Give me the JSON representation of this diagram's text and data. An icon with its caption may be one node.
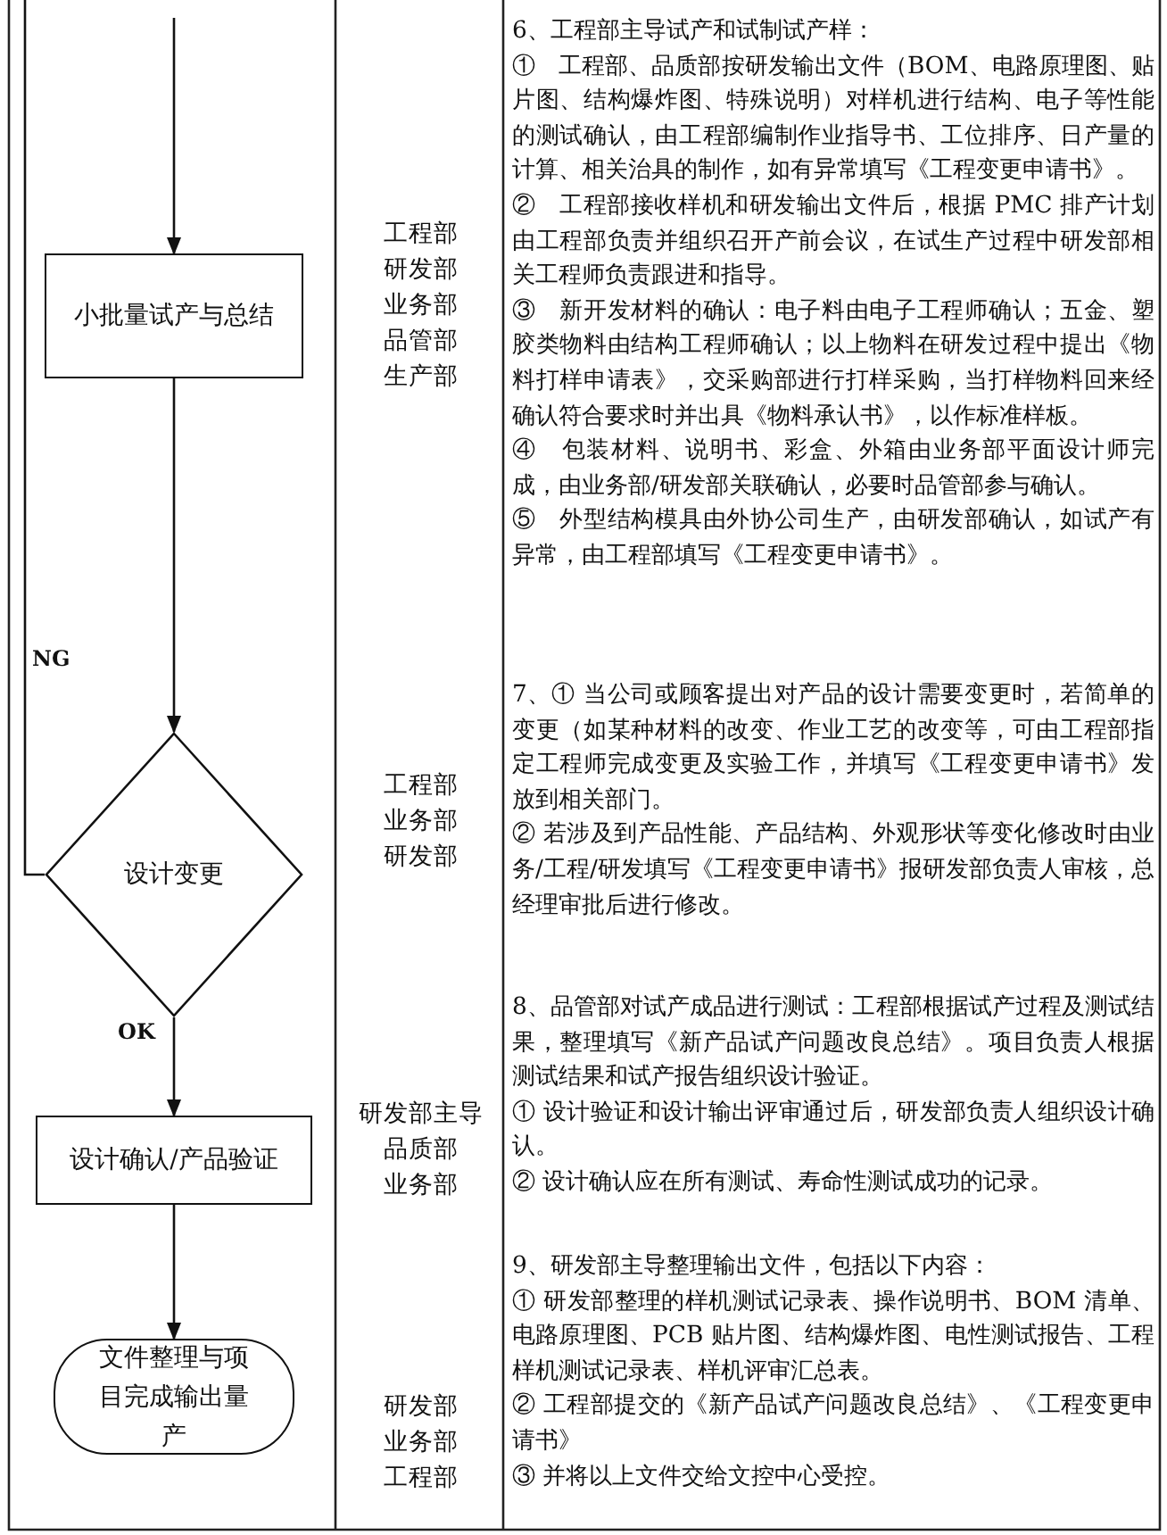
{
  "diagram": {
    "nodes": [
      {
        "text": [
          "小批量试产与总结"
        ]
      },
      {
        "text": [
          "设计变更"
        ]
      },
      {
        "text": [
          "设计确认/产品验证"
        ]
      },
      {
        "text": [
          "文件整理与项目完成输出量产"
        ]
      }
    ],
    "edges": [
      {
        "from": null,
        "to": 0,
        "arrow": "to"
      },
      {
        "from": 0,
        "to": 1,
        "arrow": "to"
      },
      {
        "from": 1,
        "to": null,
        "arrow": "none",
        "label": "NG"
      },
      {
        "from": 1,
        "to": 2,
        "arrow": "to",
        "label": "OK"
      },
      {
        "from": 2,
        "to": 3,
        "arrow": "to"
      }
    ],
    "labels": [
      "工程部",
      "研发部",
      "业务部",
      "品管部",
      "生产部",
      "6、工程部主导试产和试制试产样：",
      "①　工程部、品质部按研发输出文件（BOM、电路原理图、贴片图、结构爆炸图、特殊说明）对样机进行结构、电子等性能的测试确认，由工程部编制作业指导书、工位排序、日产量的计算、相关治具的制作，如有异常填写《工程变更申请书》。",
      "②　工程部接收样机和研发输出文件后，根据 PMC 排产计划由工程部负责并组织召开产前会议，在试生产过程中研发部相关工程师负责跟进和指导。",
      "③　新开发材料的确认：电子料由电子工程师确认；五金、塑胶类物料由结构工程师确认；以上物料在研发过程中提出《物料打样申请表》，交采购部进行打样采购，当打样物料回来经确认符合要求时并出具《物料承认书》，以作标准样板。",
      "④　包装材料、说明书、彩盒、外箱由业务部平面设计师完成，由业务部/研发部关联确认，必要时品管部参与确认。",
      "⑤　外型结构模具由外协公司生产，由研发部确认，如试产有异常，由工程部填写《工程变更申请书》。",
      "工程部",
      "业务部",
      "研发部",
      "7、① 当公司或顾客提出对产品的设计需要变更时，若简单的变更（如某种材料的改变、作业工艺的改变等，可由工程部指定工程师完成变更及实验工作，并填写《工程变更申请书》发放到相关部门。",
      "② 若涉及到产品性能、产品结构、外观形状等变化修改时由业务/工程/研发填写《工程变更申请书》报研发部负责人审核，总经理审批后进行修改。",
      "研发部主导",
      "品质部",
      "业务部",
      "8、品管部对试产成品进行测试：工程部根据试产过程及测试结果，整理填写《新产品试产问题改良总结》。项目负责人根据测试结果和试产报告组织设计验证。",
      "① 设计验证和设计输出评审通过后，研发部负责人组织设计确认。",
      "② 设计确认应在所有测试、寿命性测试成功的记录。",
      "研发部",
      "业务部",
      "工程部",
      "9、研发部主导整理输出文件，包括以下内容：",
      "① 研发部整理的样机测试记录表、操作说明书、BOM 清单、电路原理图、PCB 贴片图、结构爆炸图、电性测试报告、工程样机测试记录表、样机评审汇总表。",
      "② 工程部提交的《新产品试产问题改良总结》、《工程变更申请书》",
      "③ 并将以上文件交给文控中心受控。"
    ]
  }
}
